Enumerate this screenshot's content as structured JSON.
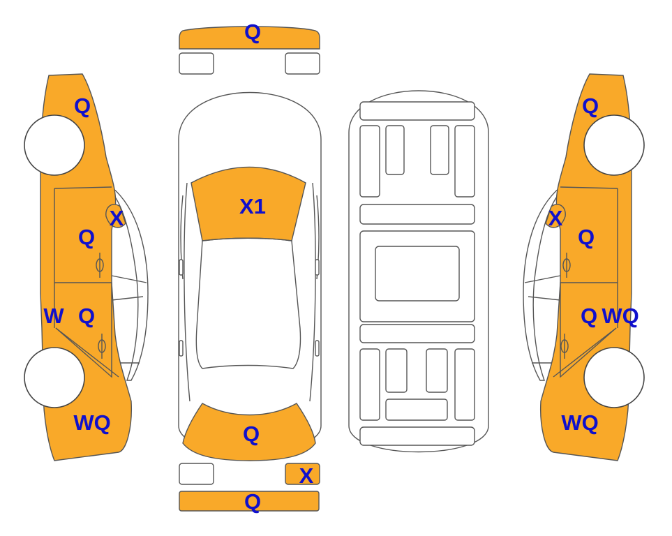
{
  "colors": {
    "damaged_fill": "#F9A929",
    "label_text": "#1010CC",
    "outline": "#555555",
    "background": "#FFFFFF"
  },
  "labels": {
    "front_bumper": "Q",
    "hood": "X1",
    "trunk": "Q",
    "rear_corner": "X",
    "rear_bumper": "Q",
    "left_front_fender": "Q",
    "left_mirror": "X",
    "left_front_door": "Q",
    "left_rocker": "W",
    "left_rear_door": "Q",
    "left_rear_quarter": "WQ",
    "right_front_fender": "Q",
    "right_mirror": "X",
    "right_front_door": "Q",
    "right_rear_door": "Q",
    "right_rocker": "WQ",
    "right_rear_quarter": "WQ"
  }
}
